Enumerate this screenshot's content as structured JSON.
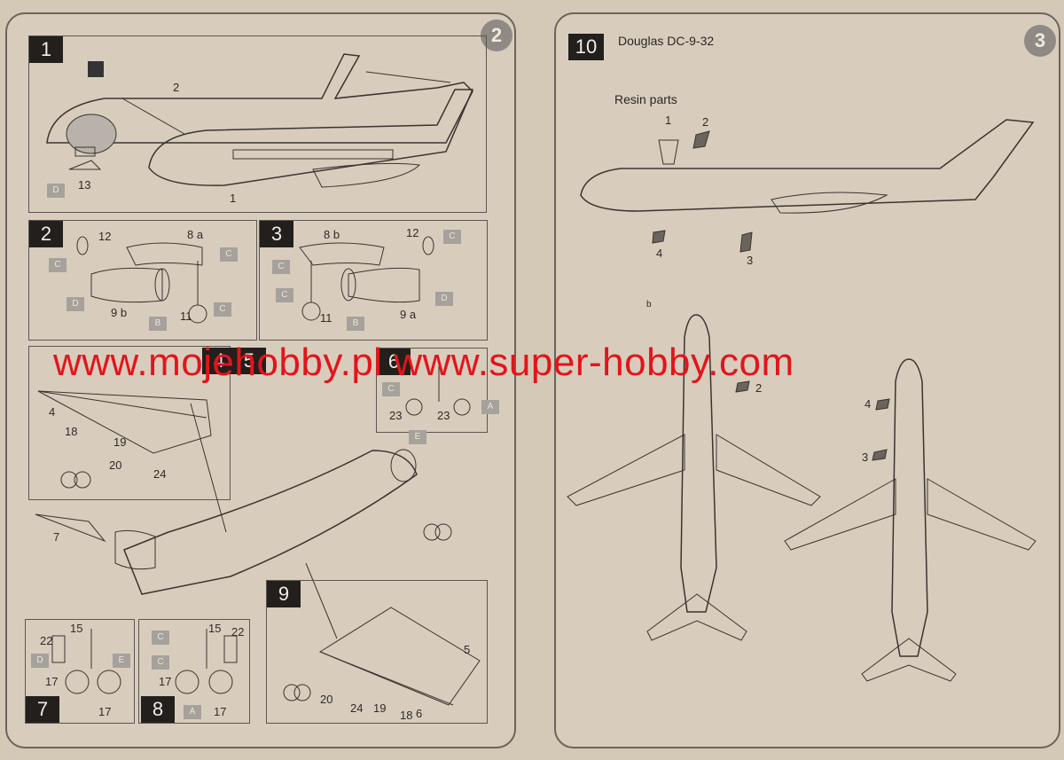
{
  "pages": {
    "left_number": "2",
    "right_number": "3"
  },
  "steps": {
    "s1": "1",
    "s2": "2",
    "s3": "3",
    "s4": "4",
    "s5": "5",
    "s6": "6",
    "s7": "7",
    "s8": "8",
    "s9": "9",
    "s10": "10"
  },
  "step1": {
    "p2": "2",
    "p13": "13",
    "p1": "1",
    "matD": "D"
  },
  "step2": {
    "p12": "12",
    "p8a": "8 a",
    "p9b": "9 b",
    "p11": "11",
    "matC1": "C",
    "matC2": "C",
    "matC3": "C",
    "matD": "D",
    "matB": "B"
  },
  "step3": {
    "p8b": "8 b",
    "p12": "12",
    "p9a": "9 a",
    "p11": "11",
    "matC1": "C",
    "matC2": "C",
    "matC3": "C",
    "matD": "D",
    "matB": "B"
  },
  "step45": {
    "p4": "4",
    "p18": "18",
    "p19": "19",
    "p20": "20",
    "p24": "24",
    "p7": "7"
  },
  "step6": {
    "p23a": "23",
    "p23b": "23",
    "matC": "C",
    "matE": "E",
    "matA": "A"
  },
  "step7": {
    "p15": "15",
    "p22": "22",
    "p17a": "17",
    "p17b": "17",
    "matD": "D",
    "matE": "E"
  },
  "step8": {
    "p15": "15",
    "p22": "22",
    "p17a": "17",
    "p17b": "17",
    "matC1": "C",
    "matC2": "C",
    "matA": "A"
  },
  "step9": {
    "p5": "5",
    "p20": "20",
    "p24": "24",
    "p19": "19",
    "p18": "18",
    "p6": "6"
  },
  "step10": {
    "title": "Douglas DC-9-32",
    "resin_heading": "Resin parts",
    "r1": "1",
    "r2": "2",
    "r3": "3",
    "r4": "4",
    "b": "b",
    "top_2": "2",
    "bot_4": "4",
    "bot_3": "3"
  },
  "watermark": "www.mojehobby.pl www.super-hobby.com"
}
